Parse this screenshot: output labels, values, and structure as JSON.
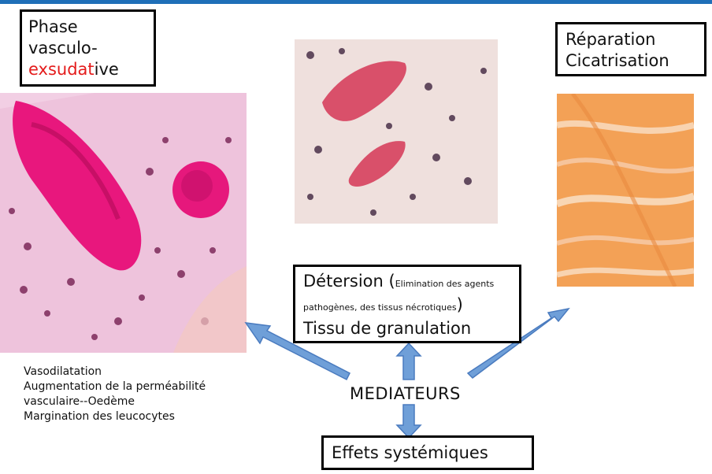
{
  "left_box": {
    "line1": "Phase",
    "line2": "vasculo-",
    "line3_red": "exsudat",
    "line3_rest": "ive"
  },
  "right_box": {
    "line1": "Réparation",
    "line2": "Cicatrisation"
  },
  "center_box": {
    "title": "Détersion (",
    "paren_text": "Elimination des agents",
    "paren_text2": "pathogènes, des tissus nécrotiques",
    "paren_close": ")",
    "line3": "Tissu de granulation"
  },
  "notes": [
    "Vasodilatation",
    "Augmentation de la perméabilité",
    "vasculaire--Oedème",
    "Margination des leucocytes"
  ],
  "center_label": "MEDIATEURS",
  "bottom_box": "Effets systémiques",
  "colors": {
    "accent_bar": "#1f6fb8",
    "arrow_fill": "#6f9fd8",
    "arrow_stroke": "#4a7bbf",
    "highlight_text": "#e41b1b"
  }
}
